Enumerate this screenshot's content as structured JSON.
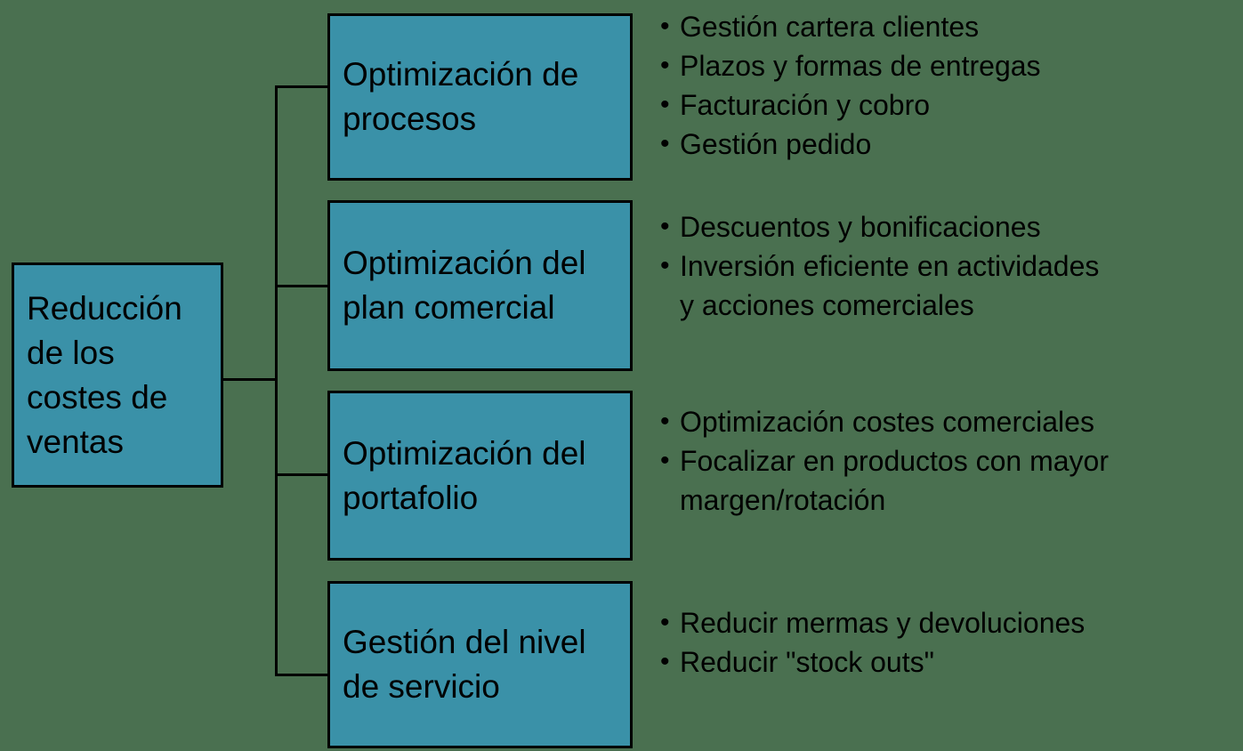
{
  "diagram": {
    "bullet_char": "•",
    "colors": {
      "background": "#4a7050",
      "box_fill": "#3a91a8",
      "box_border": "#000000",
      "line": "#000000",
      "text": "#000000"
    },
    "root": {
      "label": "Reducción de los costes de ventas"
    },
    "branches": [
      {
        "label": "Optimización de procesos",
        "bullets": [
          "Gestión cartera clientes",
          "Plazos y formas de entregas",
          "Facturación y cobro",
          "Gestión pedido"
        ]
      },
      {
        "label": "Optimización del plan comercial",
        "bullets": [
          "Descuentos y bonificaciones",
          "Inversión eficiente en actividades\ny acciones comerciales"
        ]
      },
      {
        "label": "Optimización del portafolio",
        "bullets": [
          "Optimización costes comerciales",
          "Focalizar en productos con mayor\nmargen/rotación"
        ]
      },
      {
        "label": "Gestión del nivel de servicio",
        "bullets": [
          "Reducir mermas y devoluciones",
          "Reducir \"stock outs\""
        ]
      }
    ]
  }
}
